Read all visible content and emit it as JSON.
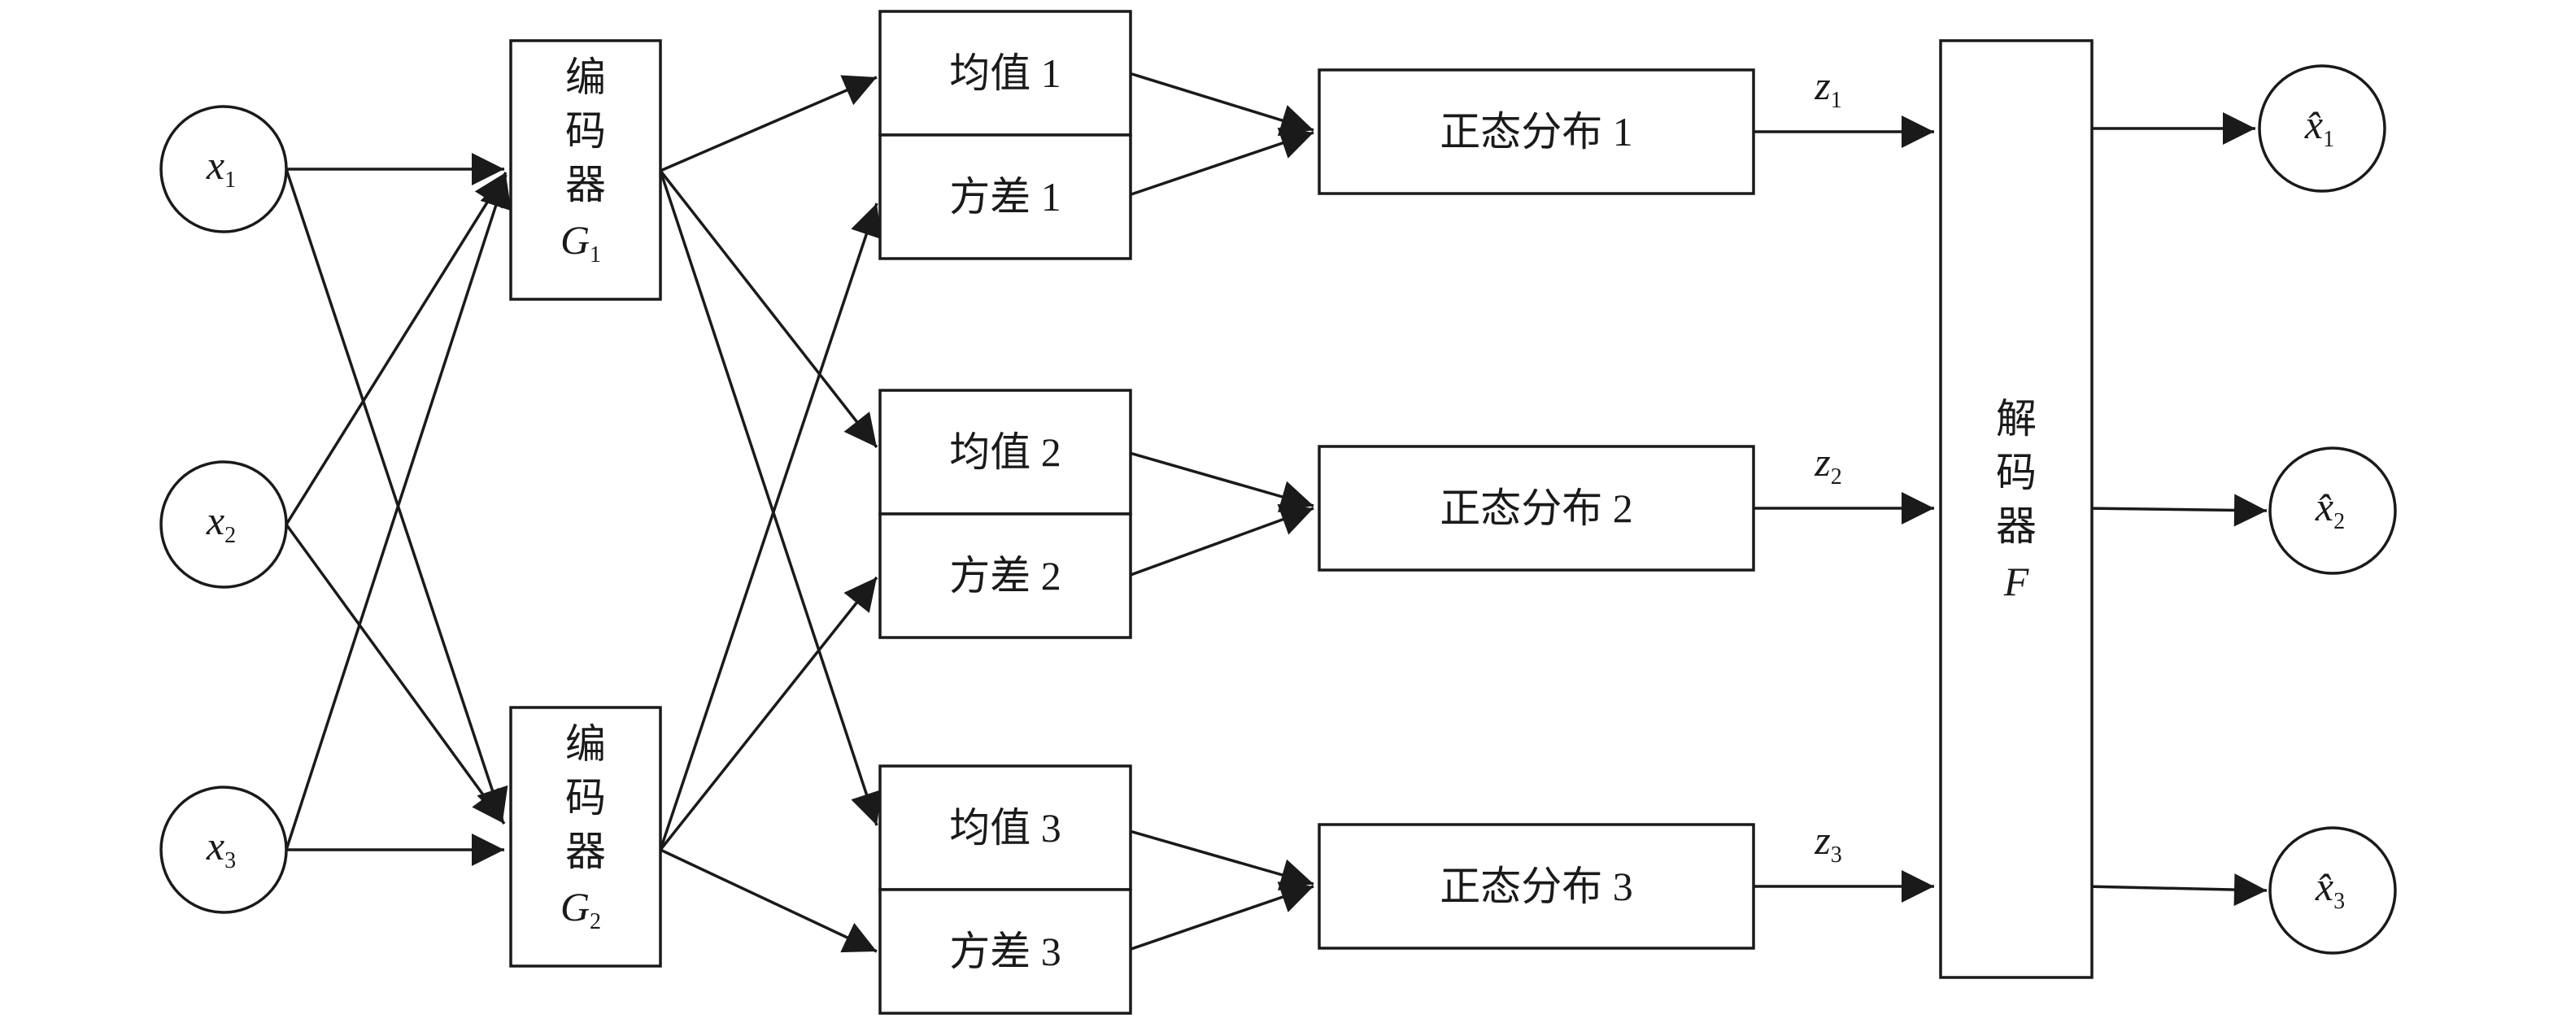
{
  "inputs": [
    {
      "var": "x",
      "sub": "1"
    },
    {
      "var": "x",
      "sub": "2"
    },
    {
      "var": "x",
      "sub": "3"
    }
  ],
  "encoders": [
    {
      "chars": [
        "编",
        "码",
        "器"
      ],
      "var": "G",
      "sub": "1"
    },
    {
      "chars": [
        "编",
        "码",
        "器"
      ],
      "var": "G",
      "sub": "2"
    }
  ],
  "stats": [
    {
      "mean": "均值 1",
      "variance": "方差 1"
    },
    {
      "mean": "均值 2",
      "variance": "方差 2"
    },
    {
      "mean": "均值 3",
      "variance": "方差 3"
    }
  ],
  "distributions": [
    "正态分布 1",
    "正态分布 2",
    "正态分布 3"
  ],
  "latents": [
    {
      "var": "z",
      "sub": "1"
    },
    {
      "var": "z",
      "sub": "2"
    },
    {
      "var": "z",
      "sub": "3"
    }
  ],
  "decoder": {
    "chars": [
      "解",
      "码",
      "器"
    ],
    "var": "F"
  },
  "outputs": [
    {
      "var": "x̂",
      "sub": "1"
    },
    {
      "var": "x̂",
      "sub": "2"
    },
    {
      "var": "x̂",
      "sub": "3"
    }
  ]
}
